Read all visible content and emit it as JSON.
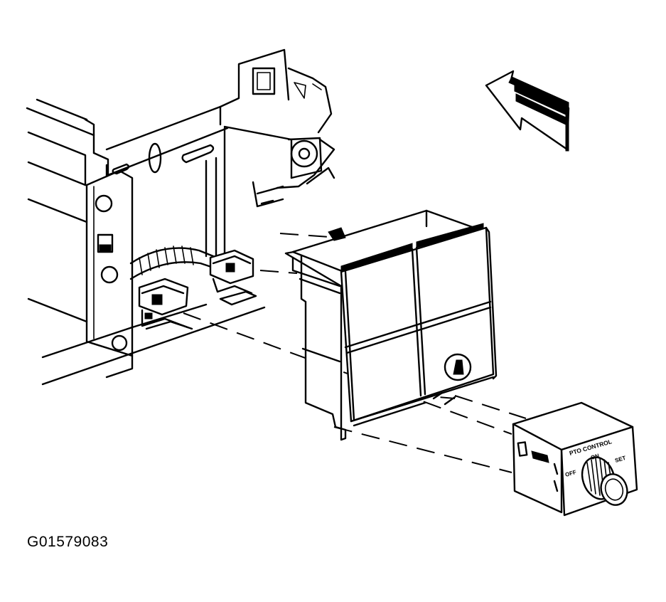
{
  "figure": {
    "id": "G01579083"
  },
  "switch_labels": {
    "title": "PTO CONTROL",
    "on": "ON",
    "off": "OFF",
    "set": "SET"
  },
  "colors": {
    "ink": "#000000",
    "background": "#ffffff"
  },
  "icons": {
    "direction": "arrow-up-left-icon"
  }
}
